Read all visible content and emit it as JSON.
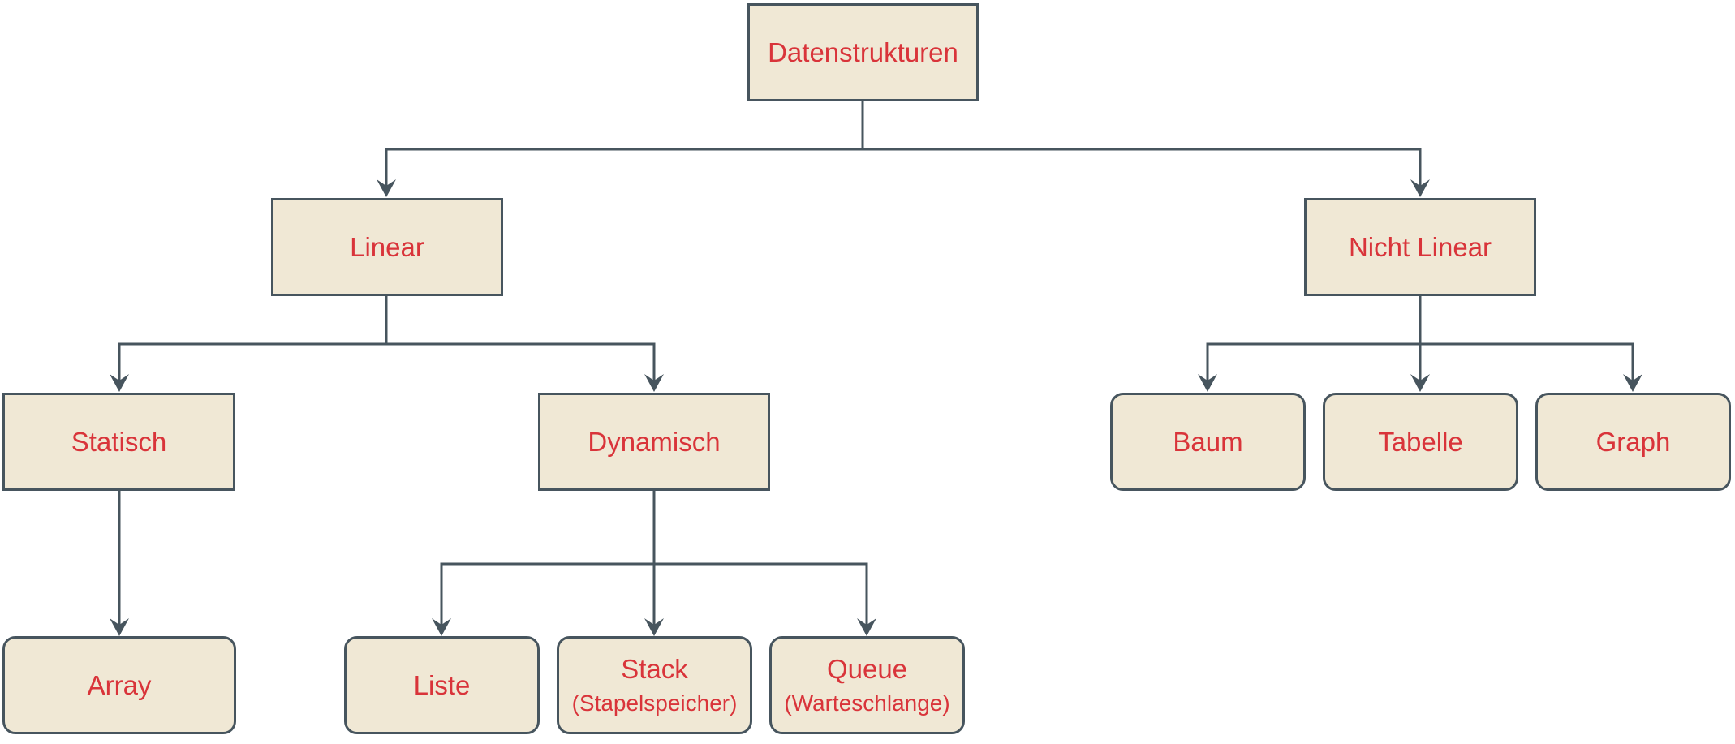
{
  "diagram": {
    "root": {
      "label": "Datenstrukturen"
    },
    "linear": {
      "label": "Linear"
    },
    "nonlinear": {
      "label": "Nicht Linear"
    },
    "static": {
      "label": "Statisch"
    },
    "dynamic": {
      "label": "Dynamisch"
    },
    "array": {
      "label": "Array"
    },
    "list": {
      "label": "Liste"
    },
    "stack": {
      "label": "Stack",
      "sublabel": "(Stapelspeicher)"
    },
    "queue": {
      "label": "Queue",
      "sublabel": "(Warteschlange)"
    },
    "tree": {
      "label": "Baum"
    },
    "table": {
      "label": "Tabelle"
    },
    "graph": {
      "label": "Graph"
    }
  },
  "colors": {
    "node_fill": "#f0e8d5",
    "node_border": "#47555e",
    "text": "#d9343a",
    "edge": "#47555e"
  }
}
